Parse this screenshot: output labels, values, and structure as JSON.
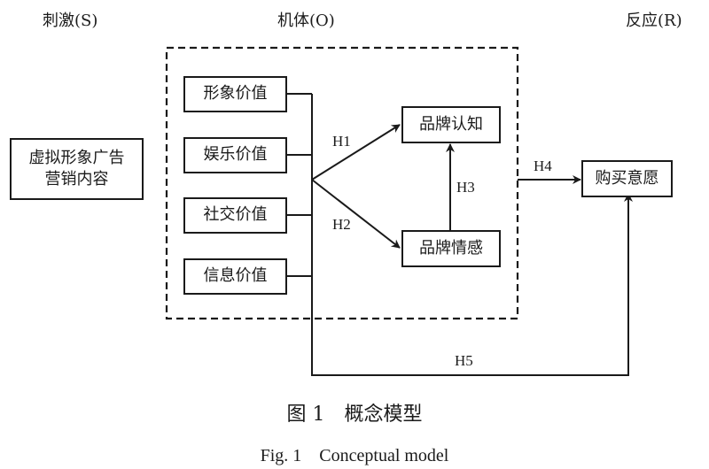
{
  "headers": {
    "stimulus": "刺激(S)",
    "organism": "机体(O)",
    "response": "反应(R)"
  },
  "nodes": {
    "ad_content": "虚拟形象广告营销内容",
    "image_value": "形象价值",
    "entertainment_value": "娱乐价值",
    "social_value": "社交价值",
    "information_value": "信息价值",
    "brand_cognition": "品牌认知",
    "brand_emotion": "品牌情感",
    "purchase_intention": "购买意愿"
  },
  "hypotheses": {
    "h1": "H1",
    "h2": "H2",
    "h3": "H3",
    "h4": "H4",
    "h5": "H5"
  },
  "edges": [
    {
      "from": "values",
      "to": "brand_cognition",
      "label": "H1"
    },
    {
      "from": "values",
      "to": "brand_emotion",
      "label": "H2"
    },
    {
      "from": "brand_emotion",
      "to": "brand_cognition",
      "label": "H3"
    },
    {
      "from": "organism",
      "to": "purchase_intention",
      "label": "H4"
    },
    {
      "from": "values",
      "to": "purchase_intention",
      "label": "H5"
    }
  ],
  "caption": {
    "zh": "图 1　概念模型",
    "en": "Fig. 1　Conceptual model"
  }
}
